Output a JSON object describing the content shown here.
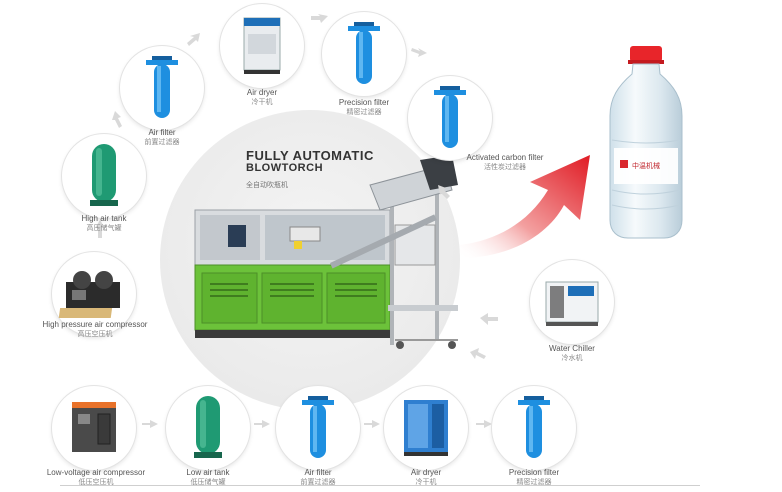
{
  "title": {
    "line1": "FULLY AUTOMATIC",
    "line2": "BLOWTORCH",
    "cn": "全自动吹瓶机"
  },
  "nodes": [
    {
      "id": "hp-compressor",
      "en": "High pressure air compressor",
      "cn": "高压空压机",
      "icon": "compressor-icon"
    },
    {
      "id": "high-tank",
      "en": "High air tank",
      "cn": "高压储气罐",
      "icon": "air-tank-icon"
    },
    {
      "id": "air-filter-top",
      "en": "Air filter",
      "cn": "前置过滤器",
      "icon": "filter-icon"
    },
    {
      "id": "air-dryer-top",
      "en": "Air dryer",
      "cn": "冷干机",
      "icon": "air-dryer-icon"
    },
    {
      "id": "precision-top",
      "en": "Precision filter",
      "cn": "精密过滤器",
      "icon": "filter-icon"
    },
    {
      "id": "carbon",
      "en": "Activated carbon filter",
      "cn": "活性炭过滤器",
      "icon": "filter-icon"
    },
    {
      "id": "chiller",
      "en": "Water Chiller",
      "cn": "冷水机",
      "icon": "chiller-icon"
    },
    {
      "id": "lv-compressor",
      "en": "Low-voltage air compressor",
      "cn": "低压空压机",
      "icon": "compressor-icon"
    },
    {
      "id": "low-tank",
      "en": "Low air tank",
      "cn": "低压储气罐",
      "icon": "air-tank-icon"
    },
    {
      "id": "air-filter-bottom",
      "en": "Air filter",
      "cn": "前置过滤器",
      "icon": "filter-icon"
    },
    {
      "id": "air-dryer-bottom",
      "en": "Air dryer",
      "cn": "冷干机",
      "icon": "air-dryer-icon"
    },
    {
      "id": "precision-bottom",
      "en": "Precision filter",
      "cn": "精密过滤器",
      "icon": "filter-icon"
    }
  ],
  "bottle_label": "中温机械",
  "colors": {
    "filter_blue": "#1e8fe0",
    "tank_green": "#1f9a73",
    "machine_green": "#6cc23a",
    "arrow_red": "#e01b24",
    "bottle_cap": "#e8252a",
    "flow_arrow": "#d6d6d6"
  }
}
